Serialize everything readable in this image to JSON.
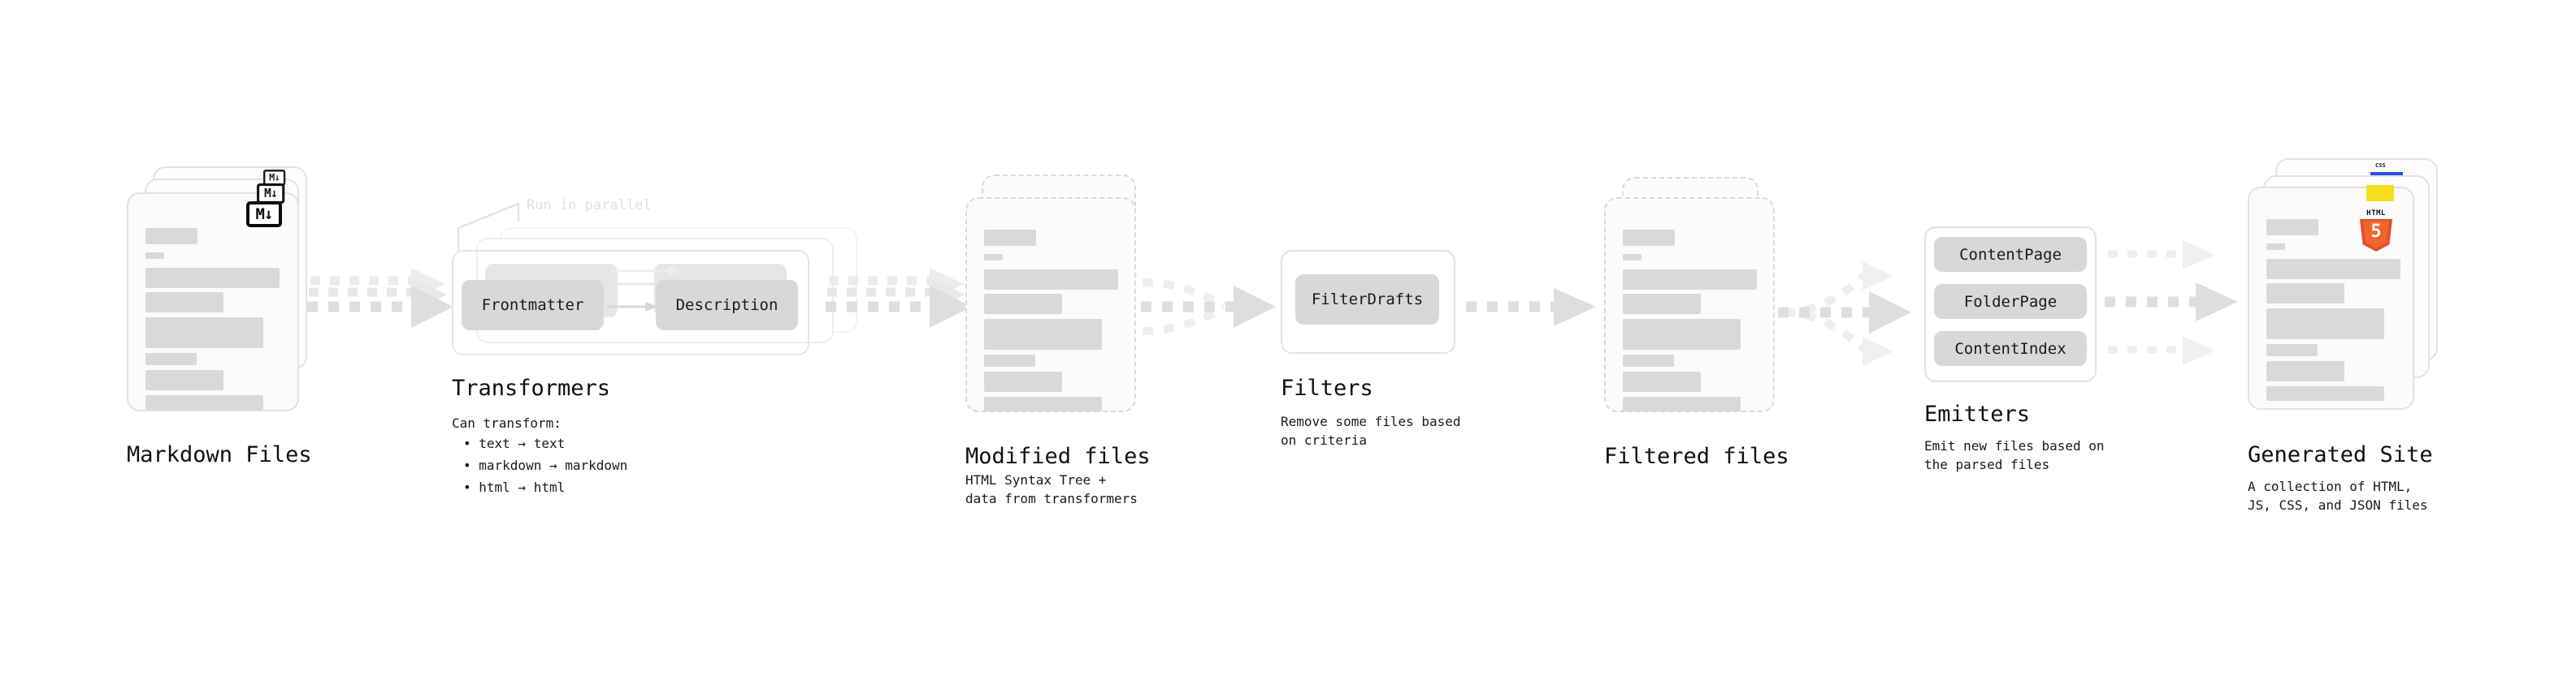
{
  "diagram": {
    "title_visible": false,
    "colors": {
      "skeleton": "#d9d9d9",
      "card_border": "#e2e2e2",
      "card_bg": "#fbfbfb",
      "chip": "#d8d8d8",
      "arrow": "#dcdcdc",
      "text": "#101010",
      "muted_text": "#e0e0e0",
      "html5_orange": "#e34f26",
      "js_yellow": "#f7df1e",
      "css_blue": "#264de4"
    },
    "stages": [
      {
        "id": "markdown-files",
        "title": "Markdown Files",
        "subtitle": "",
        "badge": "markdown-badge",
        "badge_text": "M↓",
        "kind": "document-stack",
        "stack_count": 3,
        "dashed": false
      },
      {
        "id": "transformers",
        "title": "Transformers",
        "subtitle": "Can transform:",
        "bullets": [
          "• text → text",
          "• markdown → markdown",
          "• html → html"
        ],
        "annotation": "Run in parallel",
        "kind": "process-stack",
        "stack_count": 3,
        "chips": [
          "Frontmatter",
          "Description"
        ]
      },
      {
        "id": "modified-files",
        "title": "Modified files",
        "subtitle": "HTML Syntax Tree +\ndata from transformers",
        "kind": "document-stack",
        "stack_count": 2,
        "dashed": true
      },
      {
        "id": "filters",
        "title": "Filters",
        "subtitle": "Remove some files based\non criteria",
        "kind": "process",
        "chips": [
          "FilterDrafts"
        ]
      },
      {
        "id": "filtered-files",
        "title": "Filtered files",
        "subtitle": "",
        "kind": "document-stack",
        "stack_count": 2,
        "dashed": true
      },
      {
        "id": "emitters",
        "title": "Emitters",
        "subtitle": "Emit new files based on\nthe parsed files",
        "kind": "process",
        "chips": [
          "ContentPage",
          "FolderPage",
          "ContentIndex"
        ]
      },
      {
        "id": "generated-site",
        "title": "Generated Site",
        "subtitle": "A collection of HTML,\nJS, CSS, and JSON files",
        "badges": [
          "css-badge",
          "js-badge",
          "html5-badge"
        ],
        "badge_texts": {
          "css": "CSS",
          "html5_top": "HTML",
          "html5_num": "5"
        },
        "kind": "document-stack",
        "stack_count": 3,
        "dashed": false
      }
    ],
    "connectors": [
      {
        "id": "md-to-transformers",
        "style": "dashed-fan-parallel"
      },
      {
        "id": "transformers-to-modified",
        "style": "dashed-fan-parallel"
      },
      {
        "id": "modified-to-filters",
        "style": "dashed-merge"
      },
      {
        "id": "filters-to-filtered",
        "style": "dashed-single"
      },
      {
        "id": "filtered-to-emitters",
        "style": "dashed-split"
      },
      {
        "id": "emitters-to-site",
        "style": "dashed-triple"
      }
    ]
  }
}
